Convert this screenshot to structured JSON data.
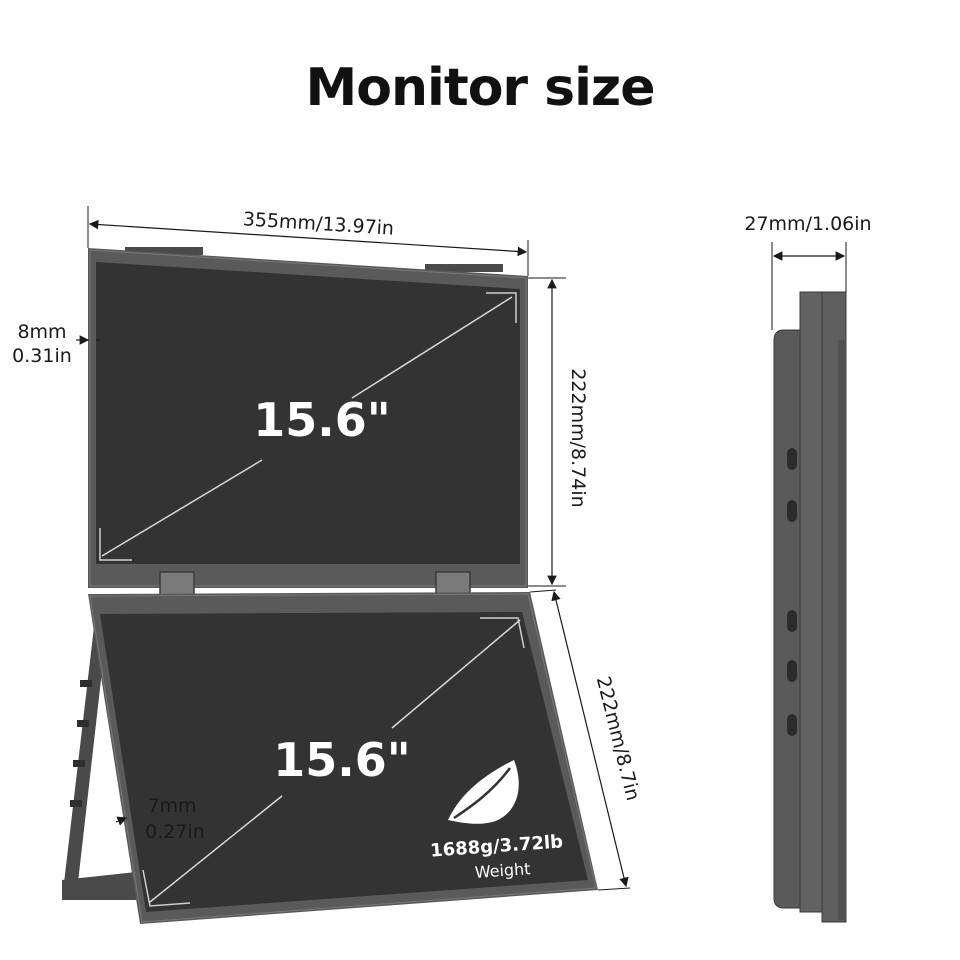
{
  "title": "Monitor size",
  "dimensions": {
    "width": "355mm/13.97in",
    "height_top": "222mm/8.74in",
    "height_bottom": "222mm/8.7in",
    "depth": "27mm/1.06in",
    "bezel_top_mm": "8mm",
    "bezel_top_in": "0.31in",
    "bezel_bottom_mm": "7mm",
    "bezel_bottom_in": "0.27in"
  },
  "screens": {
    "top_diagonal": "15.6\"",
    "bottom_diagonal": "15.6\""
  },
  "weight": {
    "value": "1688g/3.72lb",
    "label": "Weight"
  },
  "icons": [
    "leaf-icon"
  ],
  "colors": {
    "frame": "#595959",
    "screen": "#323232",
    "dimension_line": "#1a1a1a"
  }
}
